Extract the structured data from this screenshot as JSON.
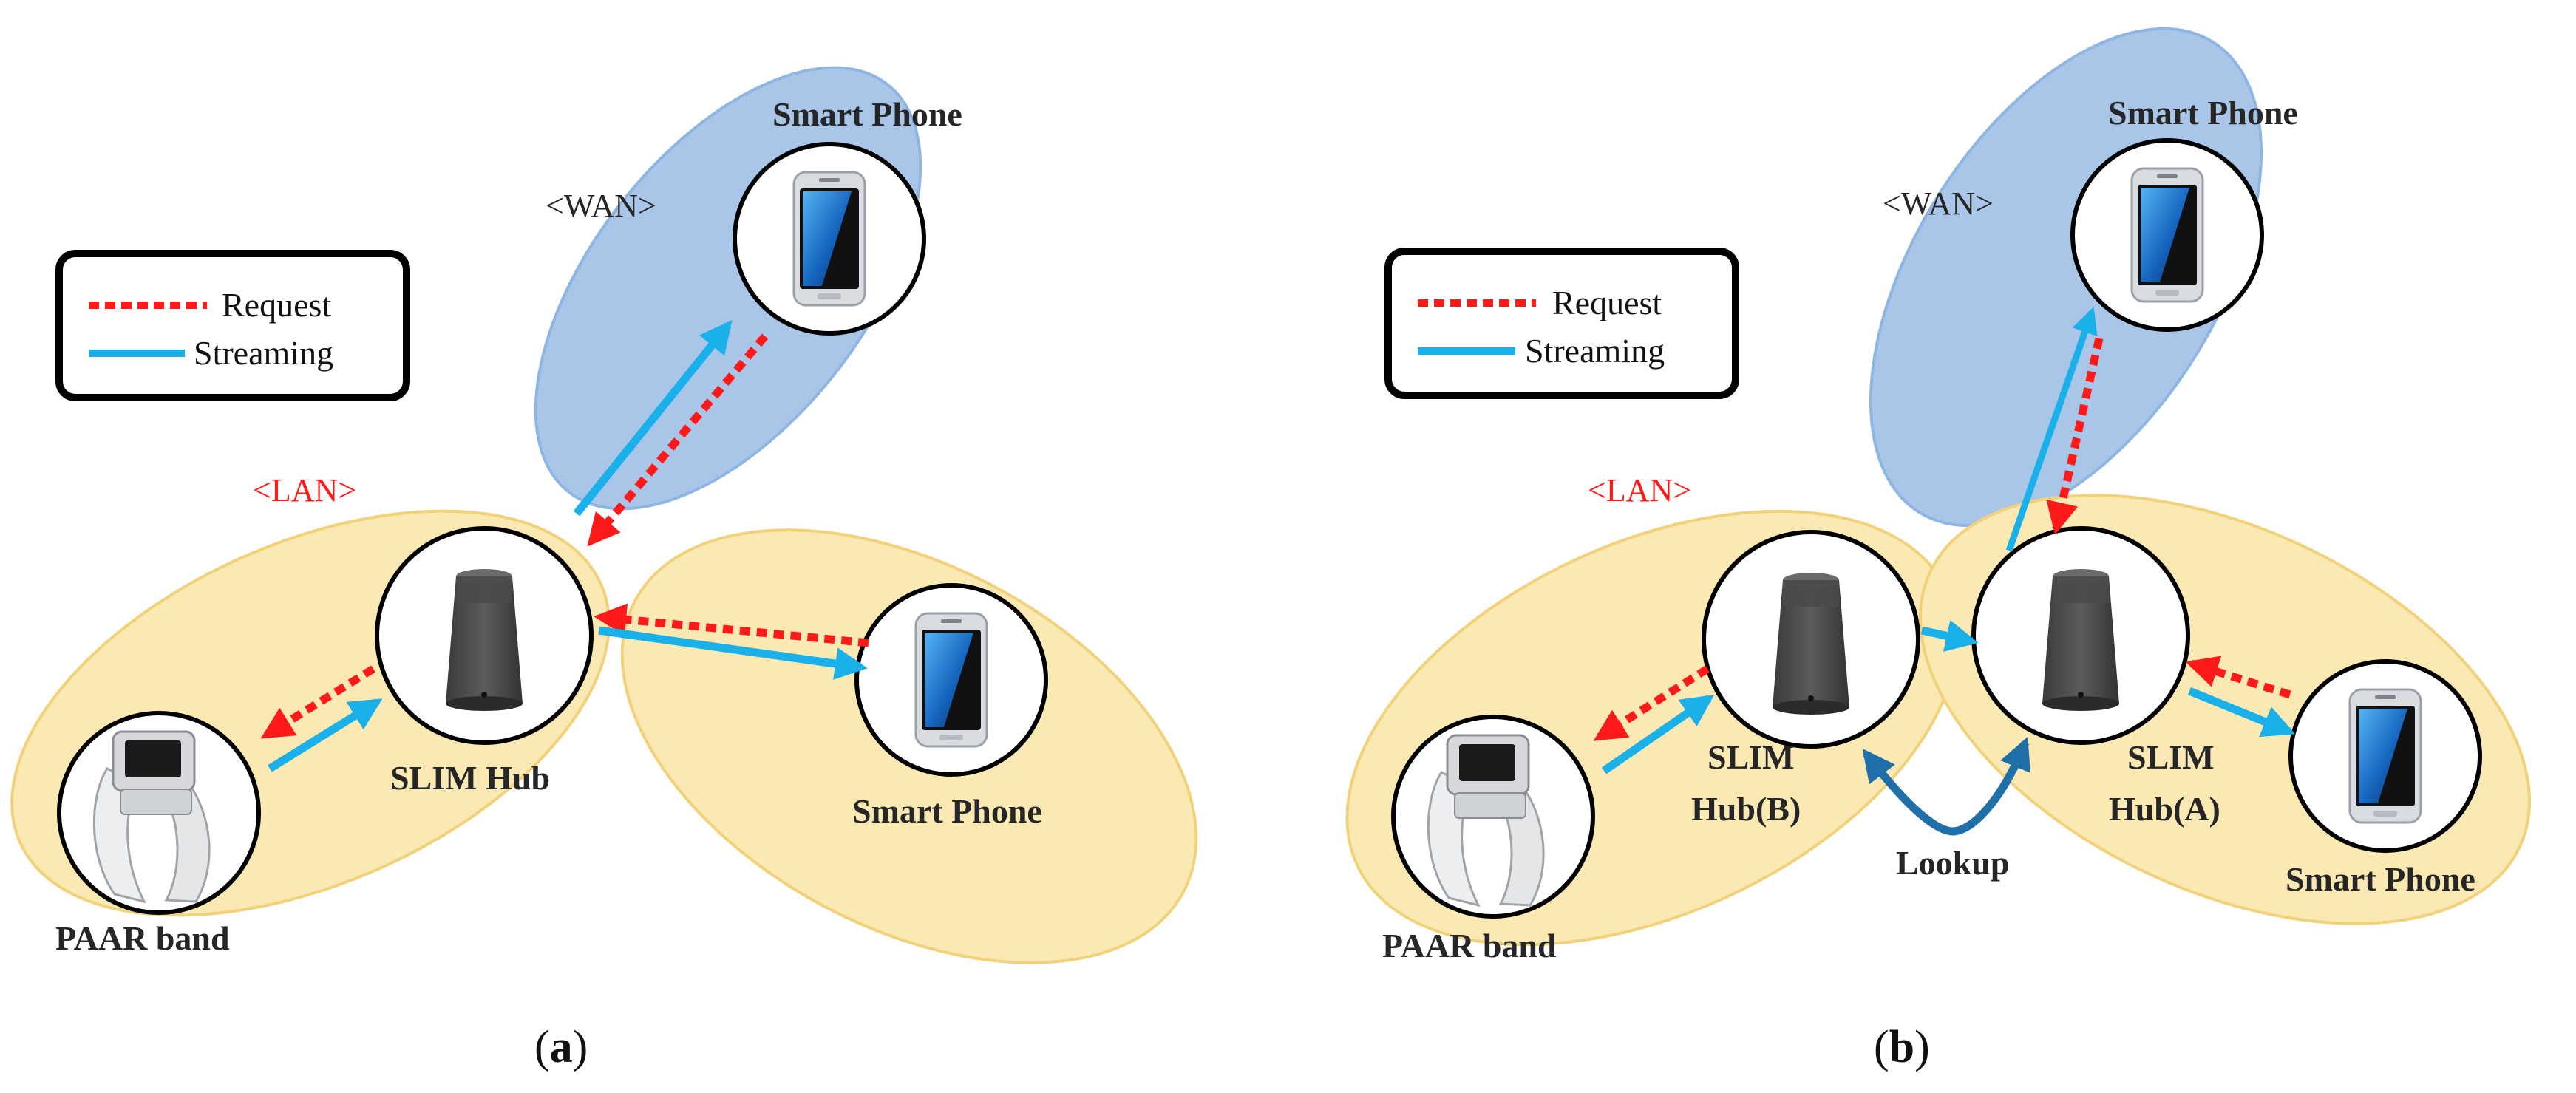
{
  "colors": {
    "request": "#ff1a1a",
    "streaming": "#1ab0ea",
    "lookup": "#1f6fa8",
    "lan_fill": "#fbe9b4",
    "lan_stroke": "#f1d27a",
    "wan_fill": "#a9c6e8",
    "wan_stroke": "#8fb6e3"
  },
  "icons": {
    "phone": "smartphone-icon",
    "hub": "slim-hub-icon",
    "band": "paar-band-icon"
  },
  "legend": {
    "request": "Request",
    "streaming": "Streaming"
  },
  "panel_a": {
    "wan": "<WAN>",
    "lan": "<LAN>",
    "phone_top": "Smart Phone",
    "phone_right": "Smart Phone",
    "hub": "SLIM Hub",
    "band": "PAAR band",
    "caption_open": "(",
    "caption_letter": "a",
    "caption_close": ")"
  },
  "panel_b": {
    "wan": "<WAN>",
    "lan": "<LAN>",
    "phone_top": "Smart Phone",
    "phone_right": "Smart Phone",
    "hub_b_line1": "SLIM",
    "hub_b_line2": "Hub(B)",
    "hub_a_line1": "SLIM",
    "hub_a_line2": "Hub(A)",
    "lookup": "Lookup",
    "band": "PAAR band",
    "caption_open": "(",
    "caption_letter": "b",
    "caption_close": ")"
  }
}
